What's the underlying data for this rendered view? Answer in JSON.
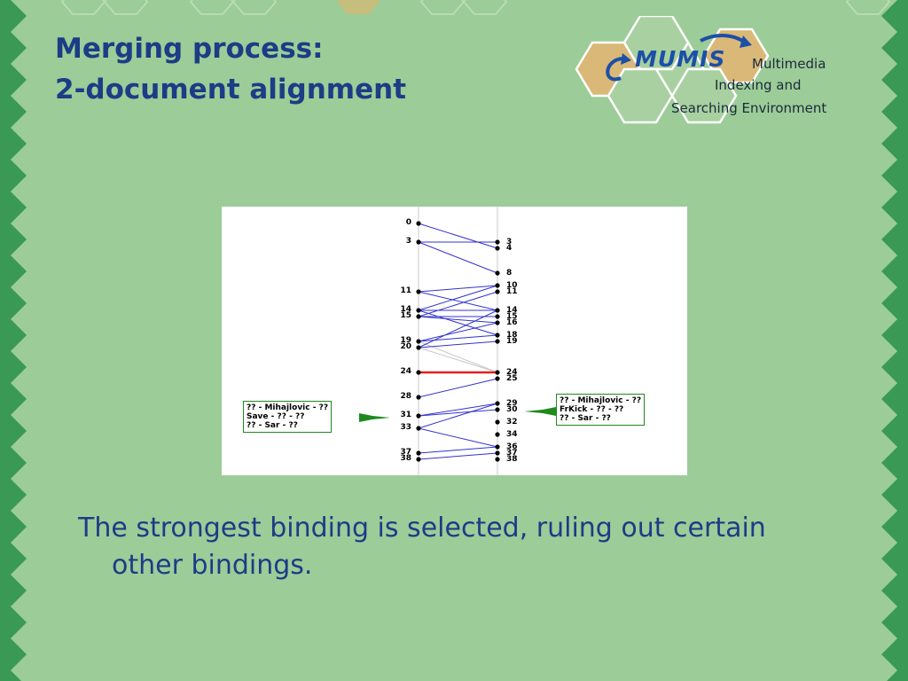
{
  "title": {
    "line1": "Merging process:",
    "line2": "2-document alignment"
  },
  "logo": {
    "name": "MUMIS",
    "line1": "Multimedia",
    "line2": "Indexing and",
    "line3": "Searching Environment"
  },
  "colors": {
    "background": "#9ccc98",
    "border_green": "#3a9a55",
    "title_blue": "#1c3c86",
    "binding_blue": "#3333cc",
    "selected_red": "#e02020",
    "ruled_out_gray": "#c8c8c8",
    "label_green": "#1e8a1e"
  },
  "diagram": {
    "left_ticks": [
      "0",
      "3",
      "11",
      "14",
      "15",
      "19",
      "20",
      "24",
      "28",
      "31",
      "33",
      "37",
      "38"
    ],
    "right_ticks": [
      "3",
      "4",
      "8",
      "10",
      "11",
      "14",
      "15",
      "16",
      "18",
      "19",
      "24",
      "25",
      "29",
      "30",
      "32",
      "34",
      "36",
      "37",
      "38"
    ],
    "bindings": [
      [
        "0",
        "4"
      ],
      [
        "3",
        "3"
      ],
      [
        "3",
        "8"
      ],
      [
        "11",
        "10"
      ],
      [
        "11",
        "14"
      ],
      [
        "14",
        "10"
      ],
      [
        "14",
        "14"
      ],
      [
        "14",
        "18"
      ],
      [
        "15",
        "11"
      ],
      [
        "15",
        "15"
      ],
      [
        "15",
        "16"
      ],
      [
        "19",
        "16"
      ],
      [
        "19",
        "18"
      ],
      [
        "20",
        "14"
      ],
      [
        "20",
        "19"
      ],
      [
        "28",
        "25"
      ],
      [
        "31",
        "29"
      ],
      [
        "31",
        "30"
      ],
      [
        "33",
        "29"
      ],
      [
        "33",
        "36"
      ],
      [
        "37",
        "36"
      ],
      [
        "38",
        "37"
      ]
    ],
    "selected_binding": [
      "24",
      "24"
    ],
    "ruled_out_bindings": [
      [
        "19",
        "24"
      ],
      [
        "20",
        "24"
      ]
    ],
    "left_label": [
      "?? - Mihajlovic - ??",
      "Save - ?? - ??",
      "?? - Sar - ??"
    ],
    "right_label": [
      "?? - Mihajlovic - ??",
      "FrKick - ?? - ??",
      "?? - Sar - ??"
    ]
  },
  "bullet": "The strongest binding is selected, ruling out certain other bindings."
}
